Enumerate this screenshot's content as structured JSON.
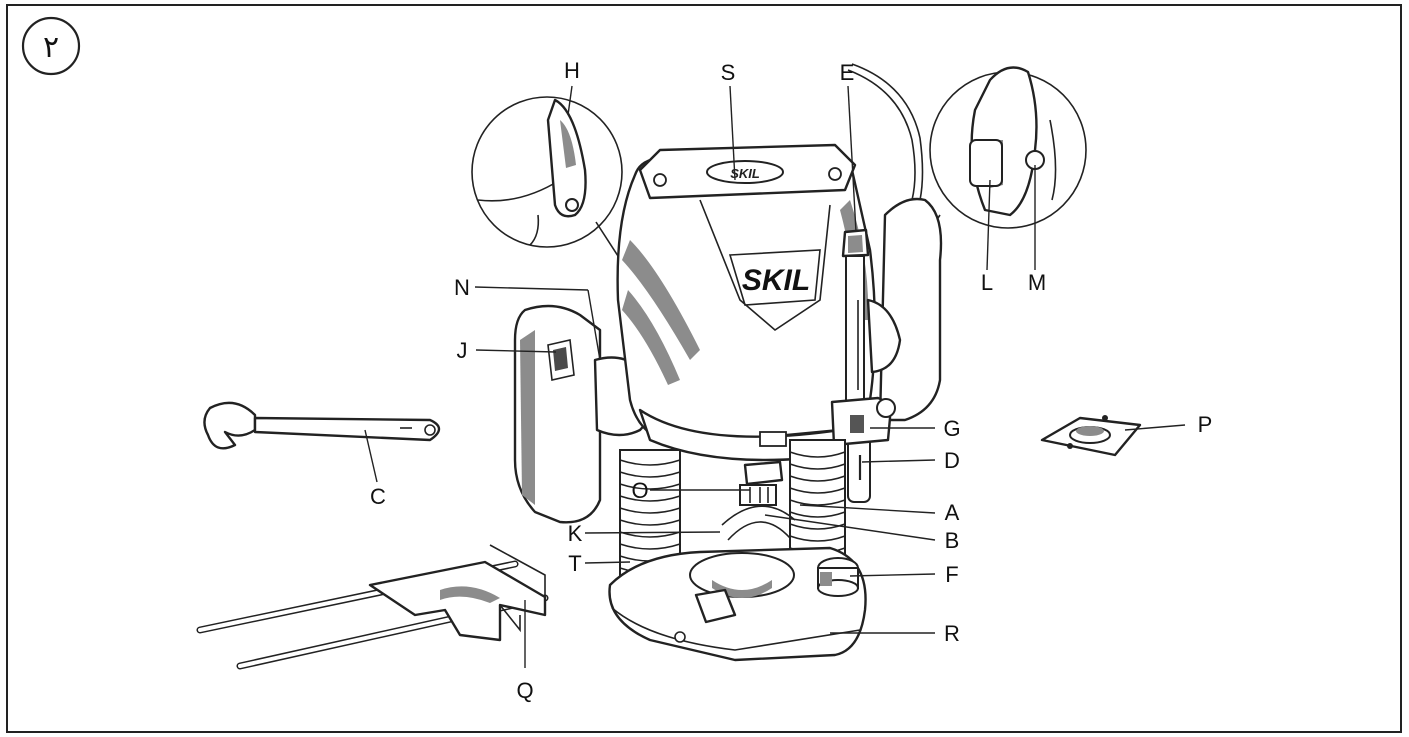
{
  "figure_number": "٢",
  "brand_text": "SKIL",
  "labels": {
    "H": "H",
    "S": "S",
    "E": "E",
    "L": "L",
    "M": "M",
    "N": "N",
    "J": "J",
    "G": "G",
    "D": "D",
    "P": "P",
    "C": "C",
    "O": "O",
    "A": "A",
    "K": "K",
    "B": "B",
    "T": "T",
    "F": "F",
    "R": "R",
    "Q": "Q"
  },
  "colors": {
    "line": "#222222",
    "shade": "#8c8c8c",
    "background": "#ffffff"
  }
}
